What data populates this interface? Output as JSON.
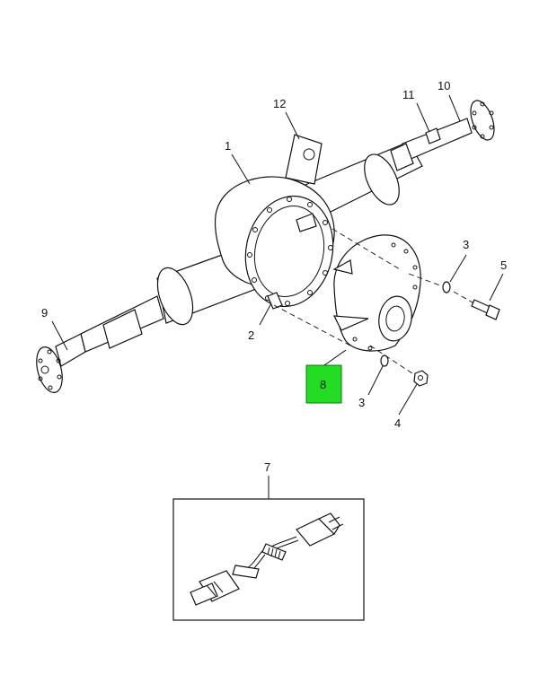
{
  "callouts": {
    "c1": "1",
    "c2": "2",
    "c3a": "3",
    "c3b": "3",
    "c4": "4",
    "c5": "5",
    "c7": "7",
    "c8": "8",
    "c9": "9",
    "c10": "10",
    "c11": "11",
    "c12": "12"
  },
  "highlight": {
    "part": "8",
    "color": "#22dd22"
  }
}
